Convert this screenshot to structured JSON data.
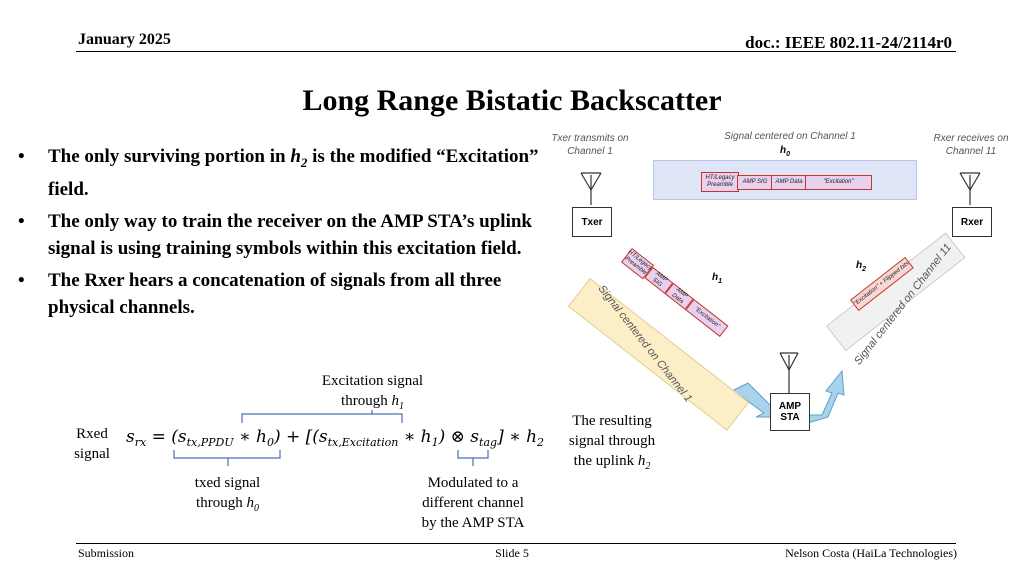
{
  "header": {
    "date": "January 2025",
    "doc": "doc.: IEEE 802.11-24/2114r0"
  },
  "slide_title": "Long Range Bistatic Backscatter",
  "bullets": {
    "b1": {
      "pre": "The only surviving portion in ",
      "var": "h",
      "sub": "2",
      "post": " is the modified “Excitation” field."
    },
    "b2": "The only way to train the receiver on the AMP STA’s uplink signal is using training symbols within this excitation field.",
    "b3": "The Rxer hears a concatenation of signals from all three physical channels."
  },
  "bullet_glyph": "•",
  "diagram": {
    "txer_caption": "Txer transmits on Channel 1",
    "center_caption": "Signal centered on Channel 1",
    "rxer_caption": "Rxer receives on Channel 11",
    "h0_label": "h",
    "h0_sub": "0",
    "h1_label": "h",
    "h1_sub": "1",
    "h2_label": "h",
    "h2_sub": "2",
    "txer_node": "Txer",
    "rxer_node": "Rxer",
    "amp_node_l1": "AMP",
    "amp_node_l2": "STA",
    "packet_top": {
      "preamble": "HT/Legacy Preamble",
      "sig": "AMP SIG",
      "data": "AMP Data",
      "excitation": "\"Excitation\""
    },
    "packet_left": {
      "preamble": "HT/Legacy Preamble",
      "sig": "AMP SIG",
      "data": "AMP Data",
      "excitation": "\"Excitation\""
    },
    "packet_right": {
      "excitation": "\"Excitation\" + Flipped bits"
    },
    "left_band_caption": "Signal centered on Channel 1",
    "right_band_caption": "Signal centered on Channel 11",
    "colors": {
      "blue_band": "#dde5f7",
      "yellow_band": "#fcefc8",
      "gray_band": "#f1f1f1",
      "packet_fill": "#e8d0ee",
      "packet_border": "#c0392b",
      "arrow": "#a9d3ea"
    }
  },
  "equation": {
    "lhs_label_l1": "Rxed",
    "lhs_label_l2": "signal",
    "excitation_note_l1": "Excitation signal",
    "excitation_note_l2_pre": "through ",
    "excitation_note_var": "h",
    "excitation_note_sub": "1",
    "txed_note_l1": "txed signal",
    "txed_note_l2_pre": "through ",
    "txed_note_var": "h",
    "txed_note_sub": "0",
    "mod_note_l1": "Modulated to a",
    "mod_note_l2": "different channel",
    "mod_note_l3": "by the AMP STA",
    "result_note_l1": "The resulting",
    "result_note_l2": "signal through",
    "result_note_l3_pre": "the uplink ",
    "result_note_var": "h",
    "result_note_sub": "2"
  },
  "footer": {
    "left": "Submission",
    "center": "Slide 5",
    "right": "Nelson Costa (HaiLa Technologies)"
  }
}
